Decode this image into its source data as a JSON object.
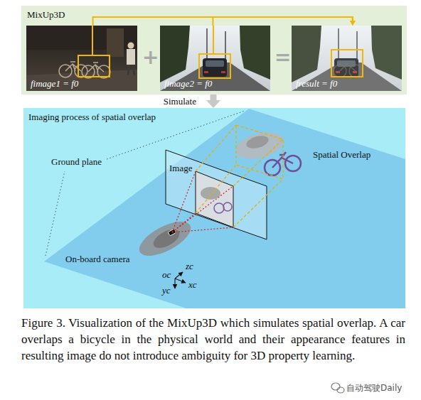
{
  "diagram": {
    "caption": "Figure 3. Visualization of the MixUp3D which simulates spatial overlap. A car overlaps a bicycle in the physical world and their appearance features in resulting image do not introduce ambiguity for 3D property learning.",
    "nodes": [
      {
        "text": [
          "MixUp3D"
        ]
      },
      {
        "text": [
          "fimage1 = f0"
        ],
        "in": 0
      },
      {
        "text": [
          "fimage2 = f0"
        ],
        "in": 0
      },
      {
        "text": [
          "fresult = f0"
        ],
        "in": 0
      },
      {
        "text": [
          "Imaging process of spatial overlap"
        ]
      }
    ],
    "edges": [
      {
        "from": 1,
        "to": 3,
        "arrow": "to"
      },
      {
        "from": 2,
        "to": 3,
        "arrow": "to"
      },
      {
        "from": 0,
        "to": 4,
        "label": "Simulate",
        "arrow": "to"
      }
    ],
    "labels": [
      "+",
      "=",
      "Ground plane",
      "Image",
      "Spatial Overlap",
      "On-board camera",
      "oc",
      "zc",
      "xc",
      "yc",
      "自动驾驶Daily"
    ]
  }
}
